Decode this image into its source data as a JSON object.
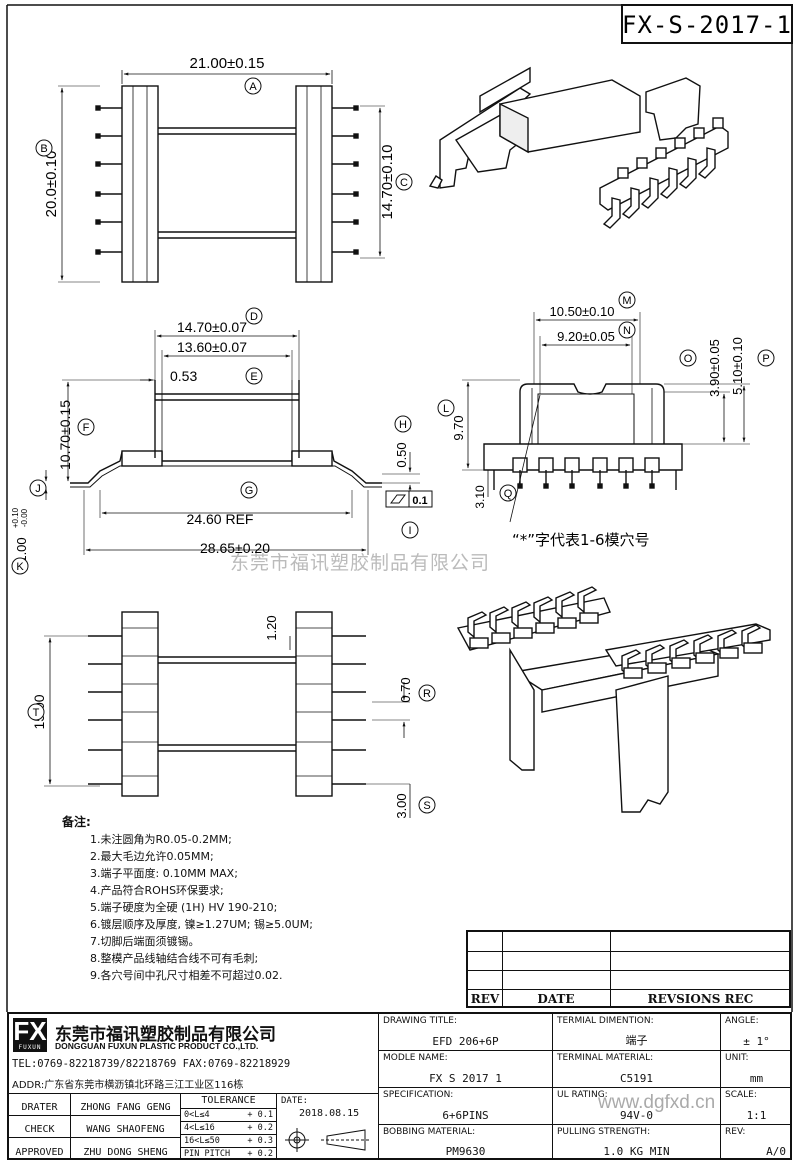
{
  "drawing_number": "FX-S-2017-1",
  "dims": {
    "a": "21.00±0.15",
    "b": "20.0±0.10",
    "c": "14.70±0.10",
    "d": "14.70±0.07",
    "e": "13.60±0.07",
    "e_small": "0.53",
    "f": "10.70±0.15",
    "g": "24.60 REF",
    "h": "28.65±0.20",
    "i": "0.50",
    "j_flat": "0.1",
    "k": "1.00",
    "k_tol_top": "+0.10",
    "k_tol_bot": "-0.00",
    "l": "9.70",
    "l_small": "3.10",
    "m": "10.50±0.10",
    "n": "9.20±0.05",
    "o": "3.90±0.05",
    "p": "5.10±0.10",
    "q": "1.20",
    "r": "0.70",
    "s": "3.00",
    "t": "15.00"
  },
  "balloons": [
    "A",
    "B",
    "C",
    "D",
    "E",
    "F",
    "G",
    "H",
    "I",
    "J",
    "K",
    "L",
    "M",
    "N",
    "O",
    "P",
    "Q",
    "R",
    "S",
    "T"
  ],
  "pin_note": "“*”字代表1-6模穴号",
  "watermark_text": "东莞市福讯塑胶制品有限公司",
  "watermark_url": "www.dgfxd.cn",
  "notes": {
    "heading": "备注:",
    "lines": [
      "1.未注圆角为R0.05-0.2MM;",
      "2.最大毛边允许0.05MM;",
      "3.端子平面度: 0.10MM MAX;",
      "4.产品符合ROHS环保要求;",
      "5.端子硬度为全硬 (1H) HV 190-210;",
      "6.镀层顺序及厚度, 镍≥1.27UM; 锡≥5.0UM;",
      "7.切脚后端面须镀锡。",
      "8.整模产品线轴结合线不可有毛刺;",
      "9.各穴号间中孔尺寸相差不可超过0.02."
    ]
  },
  "revision_table": {
    "rev": "REV",
    "date": "DATE",
    "rec": "REVSIONS REC"
  },
  "company": {
    "logo": "FX",
    "logo_sub": "FUXUN",
    "name_cn": "东莞市福讯塑胶制品有限公司",
    "name_en": "DONGGUAN FUXUN PLASTIC PRODUCT CO.,LTD.",
    "tel": "TEL:0769-82218739/82218769 FAX:0769-82218929",
    "addr": "ADDR:广东省东莞市横沥镇北环路三江工业区116栋"
  },
  "people": {
    "drater_label": "DRATER",
    "drater": "ZHONG FANG GENG",
    "check_label": "CHECK",
    "check": "WANG SHAOFENG",
    "approved_label": "APPROVED",
    "approved": "ZHU DONG SHENG"
  },
  "tolerance": {
    "title": "TOLERANCE",
    "rows": [
      {
        "range": "0<L≤4",
        "tol": "+ 0.1"
      },
      {
        "range": "4<L≤16",
        "tol": "+ 0.2"
      },
      {
        "range": "16<L≤50",
        "tol": "+ 0.3"
      },
      {
        "range": "PIN PITCH",
        "tol": "+ 0.2"
      }
    ]
  },
  "date_label": "DATE:",
  "date": "2018.08.15",
  "fields": {
    "drawing_title_label": "DRAWING TITLE:",
    "drawing_title": "EFD 206+6P",
    "model_name_label": "MODLE NAME:",
    "model_name": "FX S 2017 1",
    "specification_label": "SPECIFICATION:",
    "specification": "6+6PINS",
    "bobbin_material_label": "BOBBING MATERIAL:",
    "bobbin_material": "PM9630",
    "terminal_dimension_label": "TERMIAL DIMENTION:",
    "terminal_dimension": "端子",
    "terminal_material_label": "TERMINAL MATERIAL:",
    "terminal_material": "C5191",
    "ul_rating_label": "UL RATING:",
    "ul_rating": "94V-0",
    "pulling_strength_label": "PULLING STRENGTH:",
    "pulling_strength": "1.0 KG MIN",
    "angle_label": "ANGLE:",
    "angle": "± 1°",
    "unit_label": "UNIT:",
    "unit": "mm",
    "scale_label": "SCALE:",
    "scale": "1:1",
    "rev_label": "REV:",
    "rev": "A/0"
  }
}
